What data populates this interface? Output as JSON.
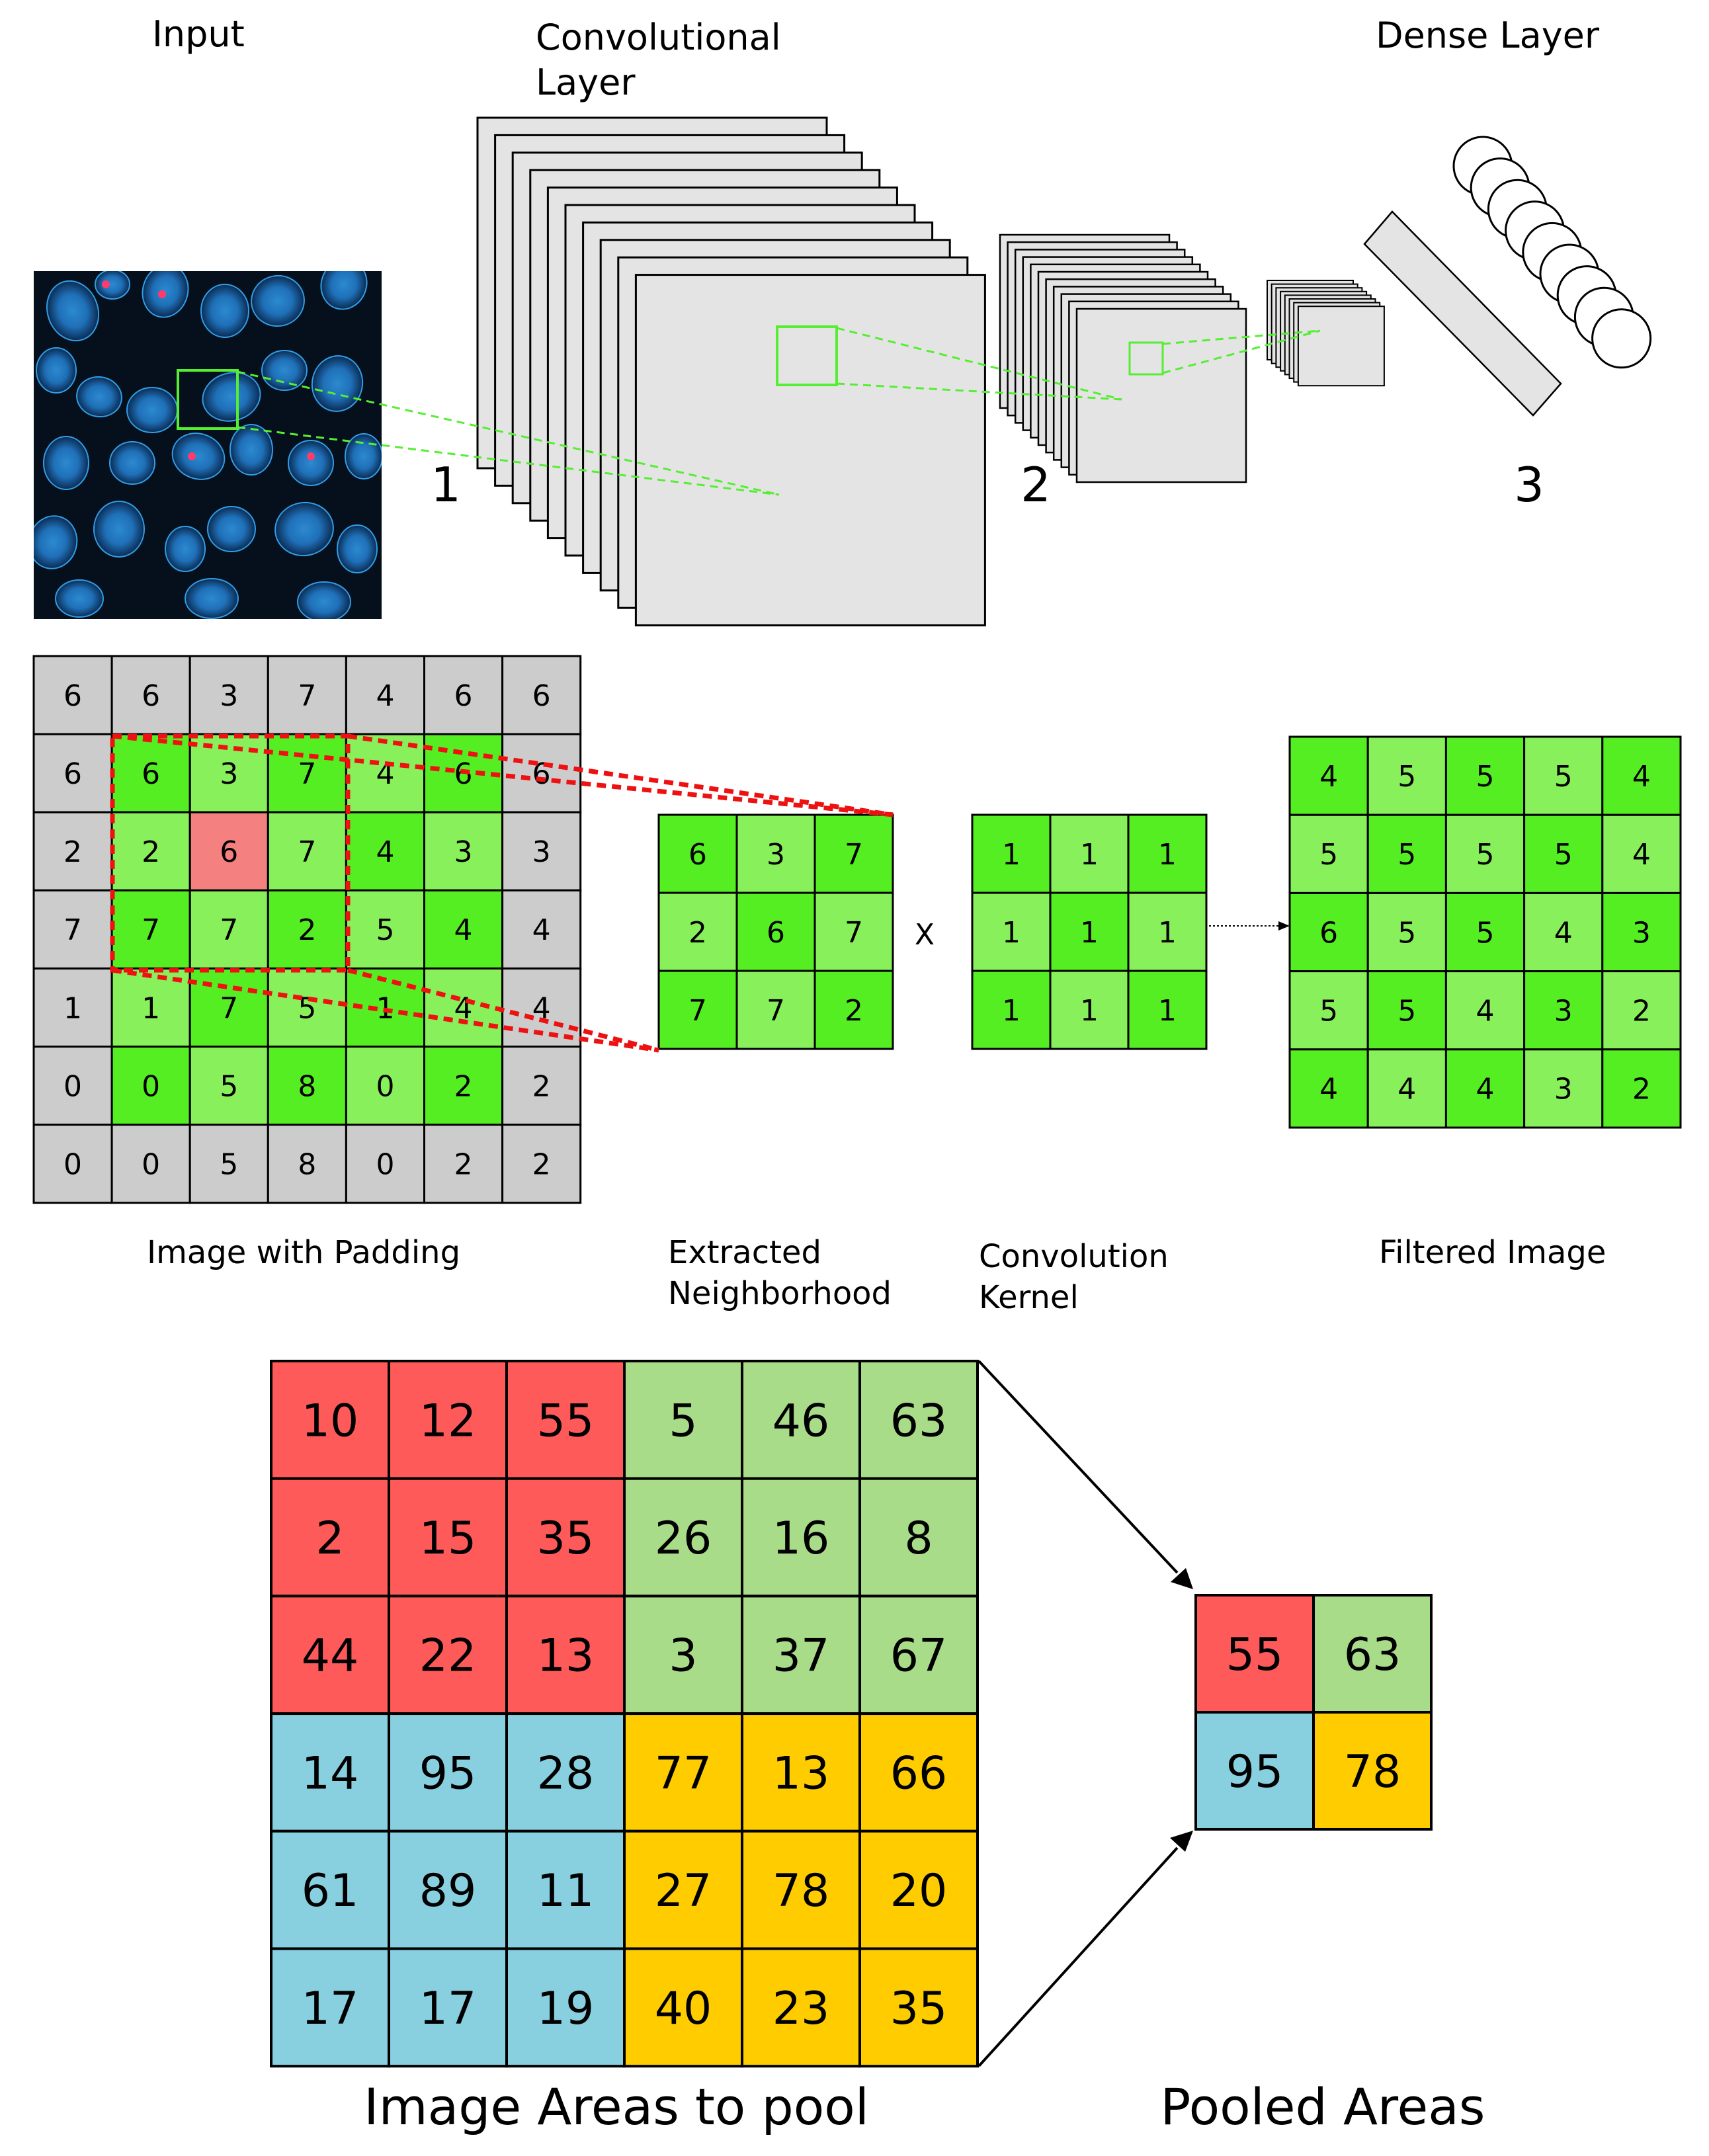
{
  "cnn": {
    "input_label": "Input",
    "conv_label_line1": "Convolutional",
    "conv_label_line2": "Layer",
    "dense_label": "Dense Layer",
    "step_numbers": [
      "1",
      "2",
      "3"
    ]
  },
  "convolution": {
    "padded_image": [
      [
        "6",
        "6",
        "3",
        "7",
        "4",
        "6",
        "6"
      ],
      [
        "6",
        "6",
        "3",
        "7",
        "4",
        "6",
        "6"
      ],
      [
        "2",
        "2",
        "6",
        "7",
        "4",
        "3",
        "3"
      ],
      [
        "7",
        "7",
        "7",
        "2",
        "5",
        "4",
        "4"
      ],
      [
        "1",
        "1",
        "7",
        "5",
        "1",
        "4",
        "4"
      ],
      [
        "0",
        "0",
        "5",
        "8",
        "0",
        "2",
        "2"
      ],
      [
        "0",
        "0",
        "5",
        "8",
        "0",
        "2",
        "2"
      ]
    ],
    "neighborhood": [
      [
        "6",
        "3",
        "7"
      ],
      [
        "2",
        "6",
        "7"
      ],
      [
        "7",
        "7",
        "2"
      ]
    ],
    "multiply_symbol": "X",
    "kernel": [
      [
        "1",
        "1",
        "1"
      ],
      [
        "1",
        "1",
        "1"
      ],
      [
        "1",
        "1",
        "1"
      ]
    ],
    "filtered": [
      [
        "4",
        "5",
        "5",
        "5",
        "4"
      ],
      [
        "5",
        "5",
        "5",
        "5",
        "4"
      ],
      [
        "6",
        "5",
        "5",
        "4",
        "3"
      ],
      [
        "5",
        "5",
        "4",
        "3",
        "2"
      ],
      [
        "4",
        "4",
        "4",
        "3",
        "2"
      ]
    ],
    "padded_label": "Image with Padding",
    "neighborhood_label_line1": "Extracted",
    "neighborhood_label_line2": "Neighborhood",
    "kernel_label_line1": "Convolution",
    "kernel_label_line2": "Kernel",
    "filtered_label": "Filtered Image"
  },
  "pooling": {
    "grid": [
      [
        "10",
        "12",
        "55",
        "5",
        "46",
        "63"
      ],
      [
        "2",
        "15",
        "35",
        "26",
        "16",
        "8"
      ],
      [
        "44",
        "22",
        "13",
        "3",
        "37",
        "67"
      ],
      [
        "14",
        "95",
        "28",
        "77",
        "13",
        "66"
      ],
      [
        "61",
        "89",
        "11",
        "27",
        "78",
        "20"
      ],
      [
        "17",
        "17",
        "19",
        "40",
        "23",
        "35"
      ]
    ],
    "pooled": [
      [
        "55",
        "63"
      ],
      [
        "95",
        "78"
      ]
    ],
    "grid_label": "Image Areas to pool",
    "pooled_label": "Pooled Areas"
  },
  "colors": {
    "pad_gray": "#cccccc",
    "green_dark": "#55ee22",
    "green_light": "#88f05a",
    "center_red": "#f58080",
    "pool_red": "#ff5a5a",
    "pool_green": "#a8dc88",
    "pool_blue": "#88cfe0",
    "pool_yellow": "#ffcc00",
    "dashed_red": "#ee1111",
    "dashed_green": "#55ee33",
    "feature_map": "#e4e4e4",
    "micro_bg": "#06101c"
  }
}
